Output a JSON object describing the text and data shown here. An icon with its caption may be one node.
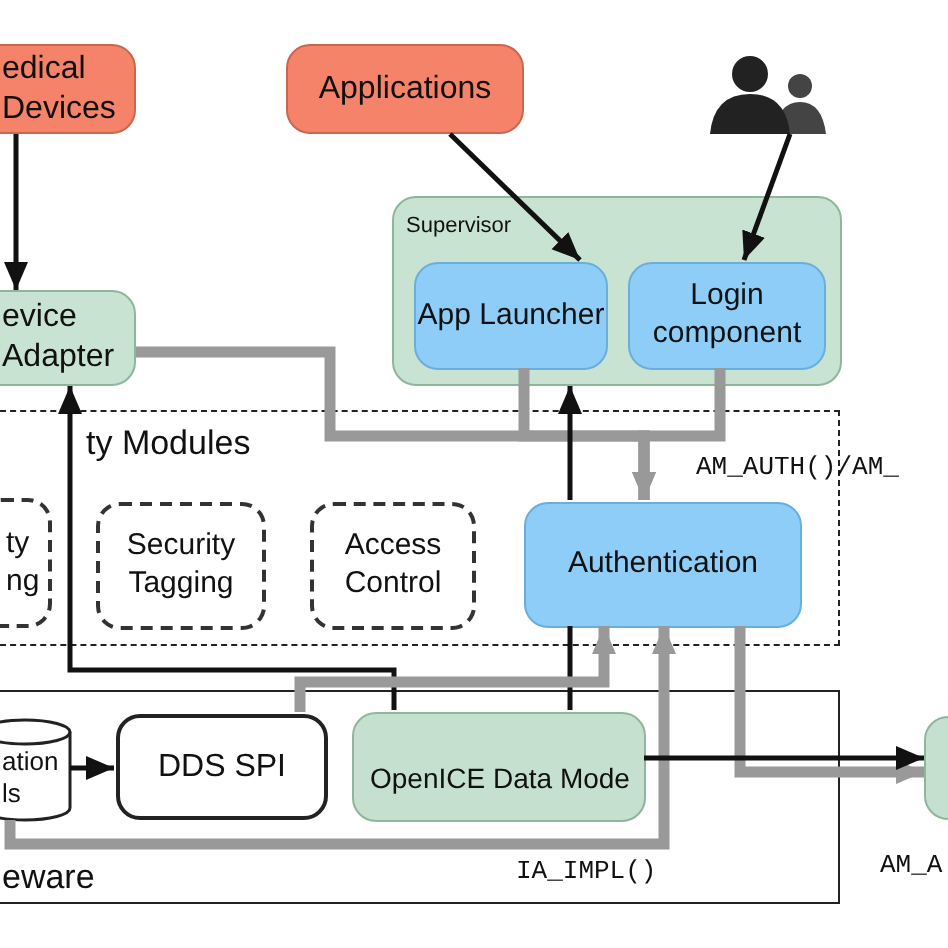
{
  "diagram": {
    "nodes": [
      {
        "text": [
          "edical Devices"
        ]
      },
      {
        "text": [
          "Applications"
        ]
      },
      {
        "text": [],
        "shape": "picture"
      },
      {
        "text": [
          "Supervisor"
        ]
      },
      {
        "text": [
          "App Launcher"
        ],
        "in": 3
      },
      {
        "text": [
          "Login component"
        ],
        "in": 3
      },
      {
        "text": [
          "evice Adapter"
        ]
      },
      {
        "text": [
          "ty Modules"
        ]
      },
      {
        "text": [
          "ty ng"
        ],
        "in": 7
      },
      {
        "text": [
          "Security Tagging"
        ],
        "in": 7
      },
      {
        "text": [
          "Access Control"
        ],
        "in": 7
      },
      {
        "text": [
          "Authentication"
        ],
        "in": 7
      },
      {
        "text": [
          "eware"
        ]
      },
      {
        "text": [
          "ation ls"
        ],
        "in": 12
      },
      {
        "text": [
          "DDS SPI"
        ],
        "in": 12
      },
      {
        "text": [
          "OpenICE Data Mode"
        ],
        "in": 12
      },
      {
        "text": [],
        "shape": "box"
      }
    ],
    "edges": [
      {
        "from": 0,
        "to": 6,
        "arrow": "to"
      },
      {
        "from": 1,
        "to": 4,
        "arrow": "to"
      },
      {
        "from": 2,
        "to": 5,
        "arrow": "to"
      },
      {
        "from": 6,
        "to": 11,
        "arrow": "to",
        "style": "thick",
        "color": "#999999"
      },
      {
        "from": 4,
        "to": 11,
        "arrow": "to",
        "style": "thick",
        "color": "#999999"
      },
      {
        "from": 5,
        "to": 11,
        "arrow": "to",
        "style": "thick",
        "color": "#999999"
      },
      {
        "from": 15,
        "to": 6,
        "arrow": "to"
      },
      {
        "from": 11,
        "to": 3,
        "arrow": "to"
      },
      {
        "from": 15,
        "to": 11,
        "arrow": "none"
      },
      {
        "from": 13,
        "to": 11,
        "arrow": "to",
        "style": "thick",
        "color": "#999999"
      },
      {
        "from": 14,
        "to": 11,
        "arrow": "to",
        "style": "thick",
        "color": "#999999"
      },
      {
        "from": 11,
        "to": 16,
        "arrow": "to",
        "style": "thick",
        "color": "#999999"
      },
      {
        "from": 15,
        "to": 16,
        "arrow": "to"
      },
      {
        "from": 13,
        "to": 14,
        "arrow": "to"
      }
    ],
    "labels": [
      "AM_AUTH()/AM_",
      "IA_IMPL()",
      "AM_A"
    ]
  }
}
